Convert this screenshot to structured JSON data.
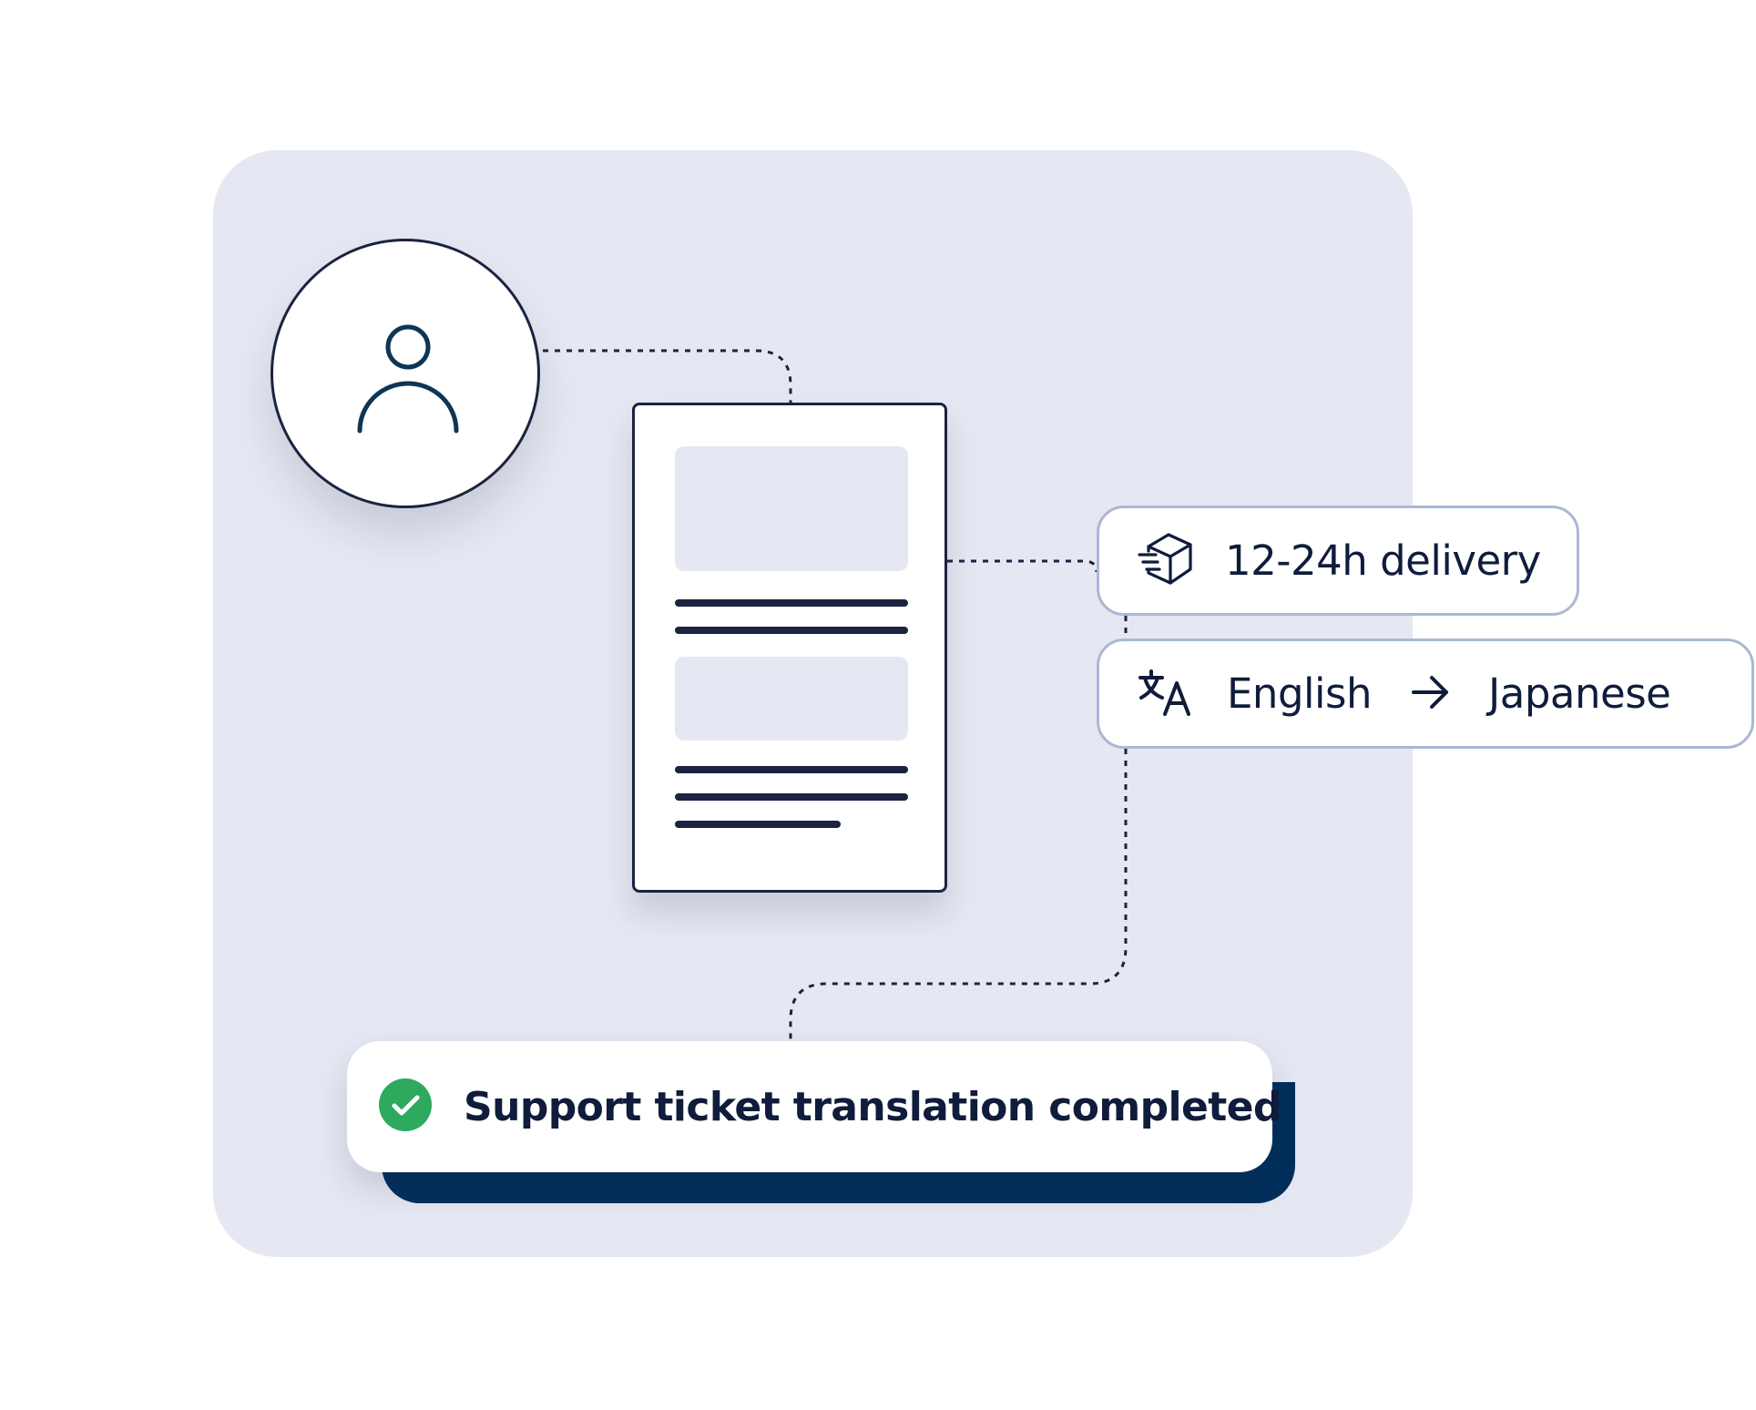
{
  "delivery": {
    "icon": "package-delivery-icon",
    "label": "12-24h delivery"
  },
  "translation": {
    "icon": "translate-icon",
    "source_language": "English",
    "arrow_icon": "arrow-right-icon",
    "target_language": "Japanese"
  },
  "notification": {
    "icon": "check-circle-icon",
    "message": "Support ticket translation completed"
  },
  "user": {
    "icon": "user-icon"
  },
  "colors": {
    "panel_background": "#e5e8f2",
    "ink": "#1c2340",
    "pill_border": "#aab8d4",
    "notification_accent": "#002f5c",
    "success_green": "#2eaa5e",
    "text": "#0f1c3b"
  }
}
